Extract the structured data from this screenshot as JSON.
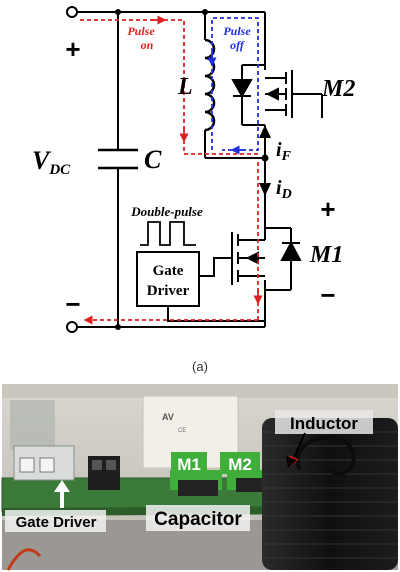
{
  "circuit": {
    "pulse_on": "Pulse on",
    "pulse_off": "Pulse off",
    "plus_top": "+",
    "minus_bottom": "−",
    "L": "L",
    "C": "C",
    "vdc_main": "V",
    "vdc_sub": "DC",
    "m2": "M2",
    "m1": "M1",
    "if_main": "i",
    "if_sub": "F",
    "id_main": "i",
    "id_sub": "D",
    "plus_m1": "+",
    "minus_m1": "−",
    "double_pulse": "Double-pulse",
    "gate_driver_l1": "Gate",
    "gate_driver_l2": "Driver",
    "caption": "(a)"
  },
  "photo": {
    "inductor": "Inductor",
    "m1": "M1",
    "m2": "M2",
    "gate_driver": "Gate Driver",
    "capacitor": "Capacitor",
    "cap_marking_1": "AV",
    "cap_marking_2": "CE"
  },
  "colors": {
    "on_path": "#e02020",
    "off_path": "#2030e0",
    "wire": "#000000"
  }
}
